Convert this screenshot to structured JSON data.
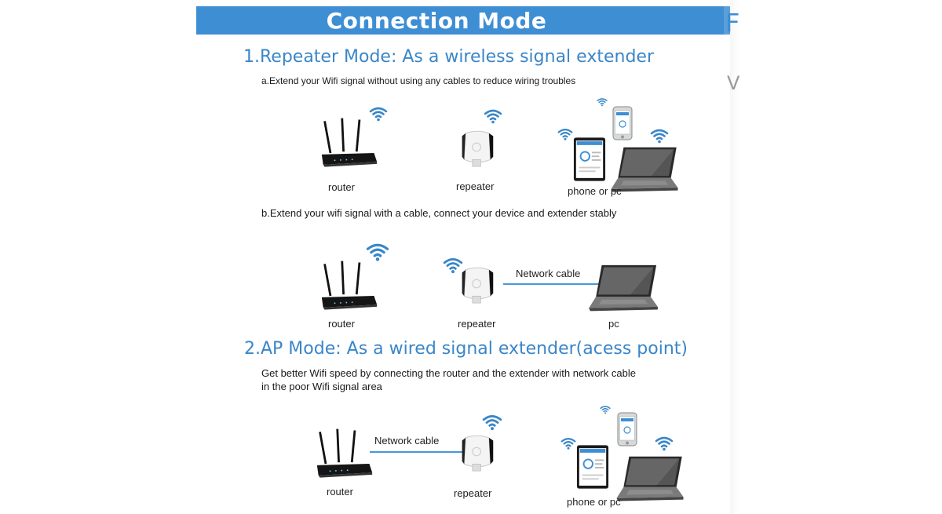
{
  "header": {
    "title": "Connection Mode"
  },
  "section1": {
    "title": "1.Repeater Mode: As a wireless signal extender",
    "sub_a": "a.Extend your Wifi signal without using any cables to reduce wiring troubles",
    "sub_b": "b.Extend your wifi signal with a cable, connect your device and extender stably",
    "row_a": {
      "router": "router",
      "repeater": "repeater",
      "device": "phone or pc"
    },
    "row_b": {
      "router": "router",
      "repeater": "repeater",
      "device": "pc",
      "cable": "Network cable"
    }
  },
  "section2": {
    "title": "2.AP Mode: As a wired signal extender(acess point)",
    "desc_line1": "Get better Wifi speed by connecting the router and the extender with network cable",
    "desc_line2": "in the poor Wifi signal area",
    "row": {
      "router": "router",
      "repeater": "repeater",
      "device": "phone or pc",
      "cable": "Network cable"
    }
  },
  "colors": {
    "accent": "#3e8ed4",
    "wifi": "#3a86c8",
    "device": "#1a1a1a"
  }
}
